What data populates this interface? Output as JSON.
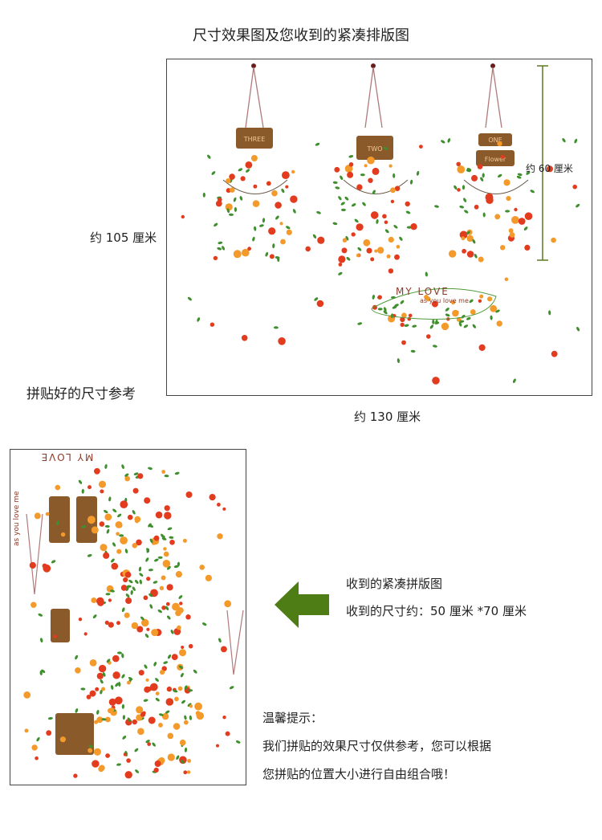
{
  "title": "尺寸效果图及您收到的紧凑排版图",
  "dims": {
    "height_label": "约 105 厘米",
    "width_label": "约 130 厘米",
    "pot_height_label": "约 60 厘米",
    "caption": "拼贴好的尺寸参考"
  },
  "artwork": {
    "signs": [
      "THREE",
      "TWO",
      "ONE",
      "Flower"
    ],
    "love_title": "MY LOVE",
    "love_sub": "as you love me"
  },
  "received": {
    "title": "收到的紧凑拼版图",
    "size": "收到的尺寸约：50 厘米 *70 厘米"
  },
  "tips": {
    "heading": "温馨提示：",
    "line1": "我们拼贴的效果尺寸仅供参考，您可以根据",
    "line2": "您拼贴的位置大小进行自由组合哦！"
  },
  "colors": {
    "arrow": "#4e7d16",
    "measure_line": "#5a7a1e",
    "flower_red": "#e23b1e",
    "flower_orange": "#f39a2b",
    "leaf": "#3f8f2e",
    "wood": "#8a5a2b",
    "text_brown": "#8a3b2a"
  }
}
